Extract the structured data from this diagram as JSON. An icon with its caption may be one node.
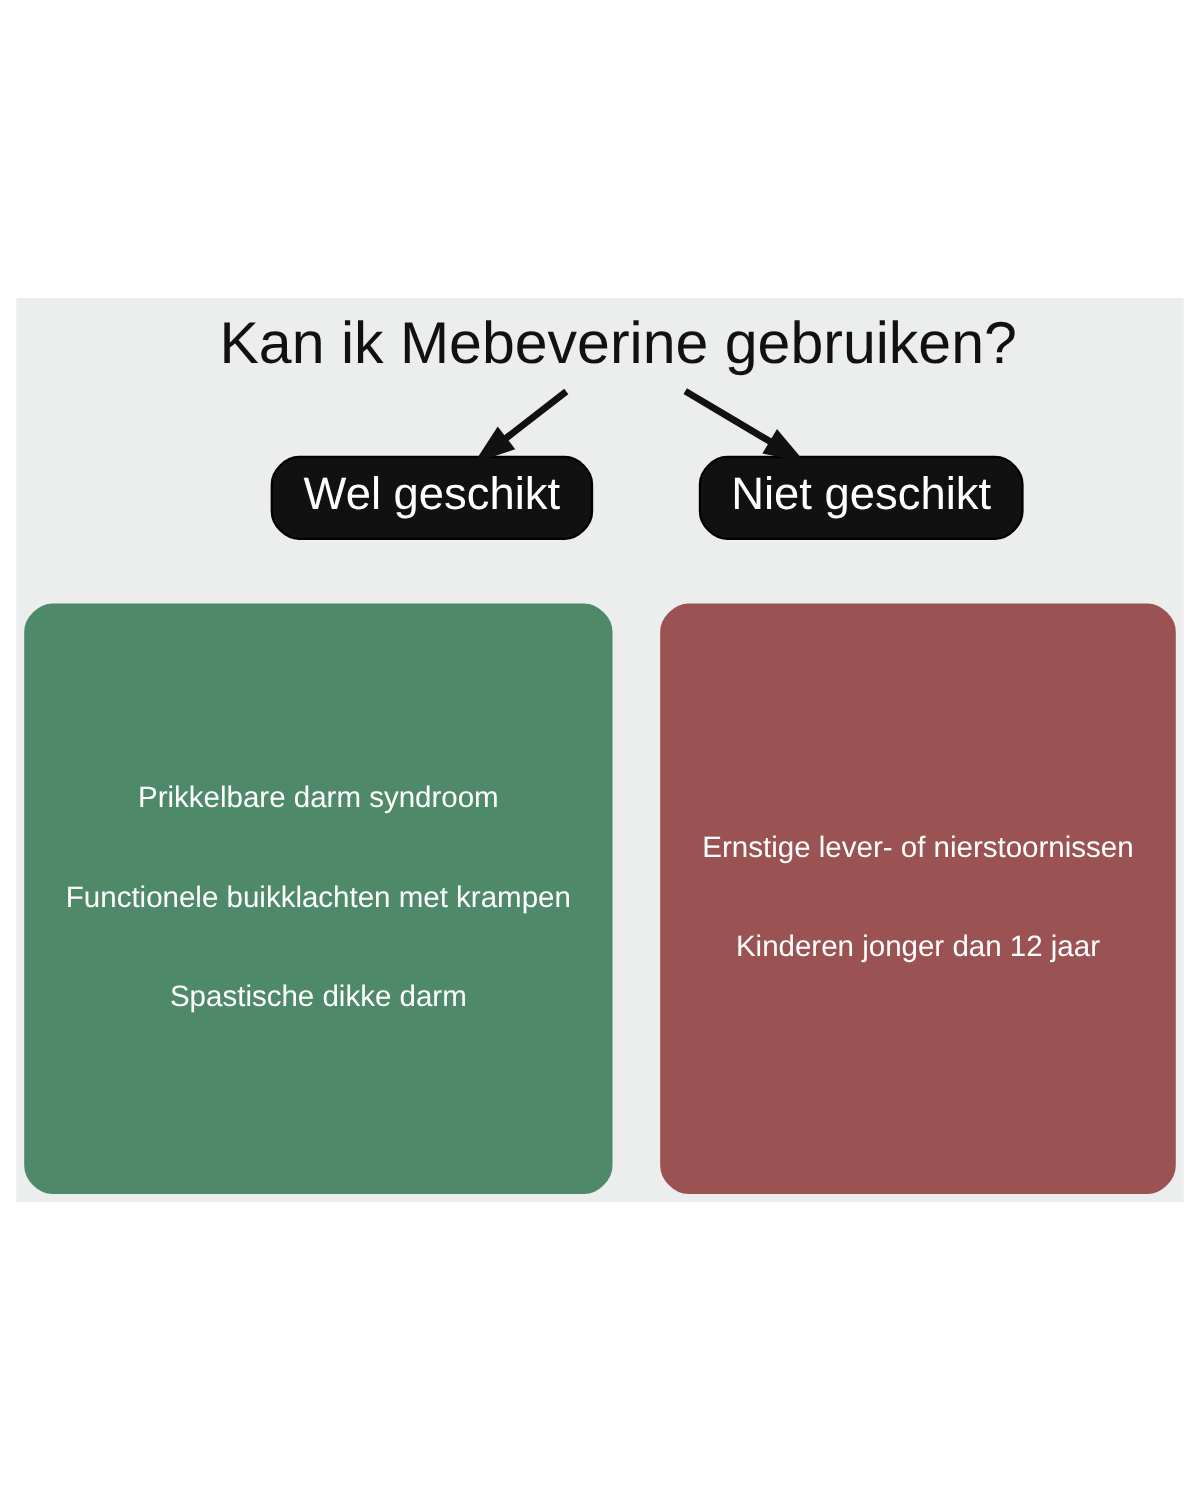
{
  "diagram": {
    "nodes": [
      {
        "text": [
          "Kan ik Mebeverine gebruiken?"
        ]
      },
      {
        "text": [
          "Wel geschikt"
        ]
      },
      {
        "text": [
          "Prikkelbare darm syndroom",
          "Functionele buikklachten met krampen",
          "Spastische dikke darm"
        ]
      },
      {
        "text": [
          "Niet geschikt"
        ]
      },
      {
        "text": [
          "Ernstige lever- of nierstoornissen",
          "Kinderen jonger dan 12 jaar"
        ]
      }
    ],
    "edges": [
      {
        "from": 0,
        "to": 1,
        "arrow": "to"
      },
      {
        "from": 0,
        "to": 3,
        "arrow": "to"
      }
    ]
  }
}
